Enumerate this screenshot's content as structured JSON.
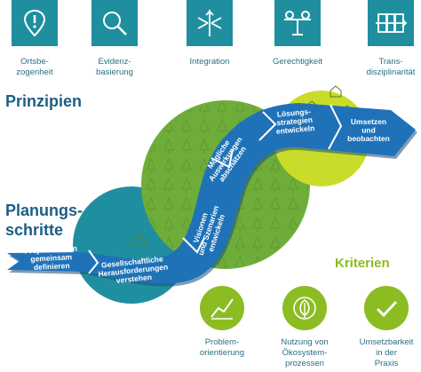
{
  "principles": {
    "label": "Prinzipien",
    "items": [
      {
        "icon": "location-pin-icon",
        "label": "Ortsbe-\nzogenheit"
      },
      {
        "icon": "magnifier-icon",
        "label": "Evidenz-\nbasierung"
      },
      {
        "icon": "converging-arrows-icon",
        "label": "Integration"
      },
      {
        "icon": "balance-scale-icon",
        "label": "Gerechtigkeit"
      },
      {
        "icon": "stacked-panels-icon",
        "label": "Trans-\ndisziplinarität"
      }
    ]
  },
  "planning": {
    "label": "Planungs-\nschritte",
    "steps": [
      "Projektrahmen\ngemeinsam\ndefinieren",
      "Gesellschaftliche\nHerausforderungen\nverstehen",
      "Visionen\nund Szenarien\nentwickeln",
      "Mögliche\nAuswirkungen\nabschätzen",
      "Lösungs-\nstrategien\nentwickeln",
      "Umsetzen\nund\nbeobachten"
    ]
  },
  "criteria": {
    "label": "Kriterien",
    "items": [
      {
        "icon": "rising-graph-icon",
        "label": "Problem-\norientierung"
      },
      {
        "icon": "leaf-icon",
        "label": "Nutzung von\nÖkosystem-\nprozessen"
      },
      {
        "icon": "checkmark-icon",
        "label": "Umsetzbarkeit\nin der\nPraxis"
      }
    ]
  },
  "colors": {
    "teal": "#1f8fa0",
    "green": "#6fad3a",
    "lime": "#c9dc2a",
    "blue": "#1d5e86",
    "kriterien": "#8bbc22"
  }
}
